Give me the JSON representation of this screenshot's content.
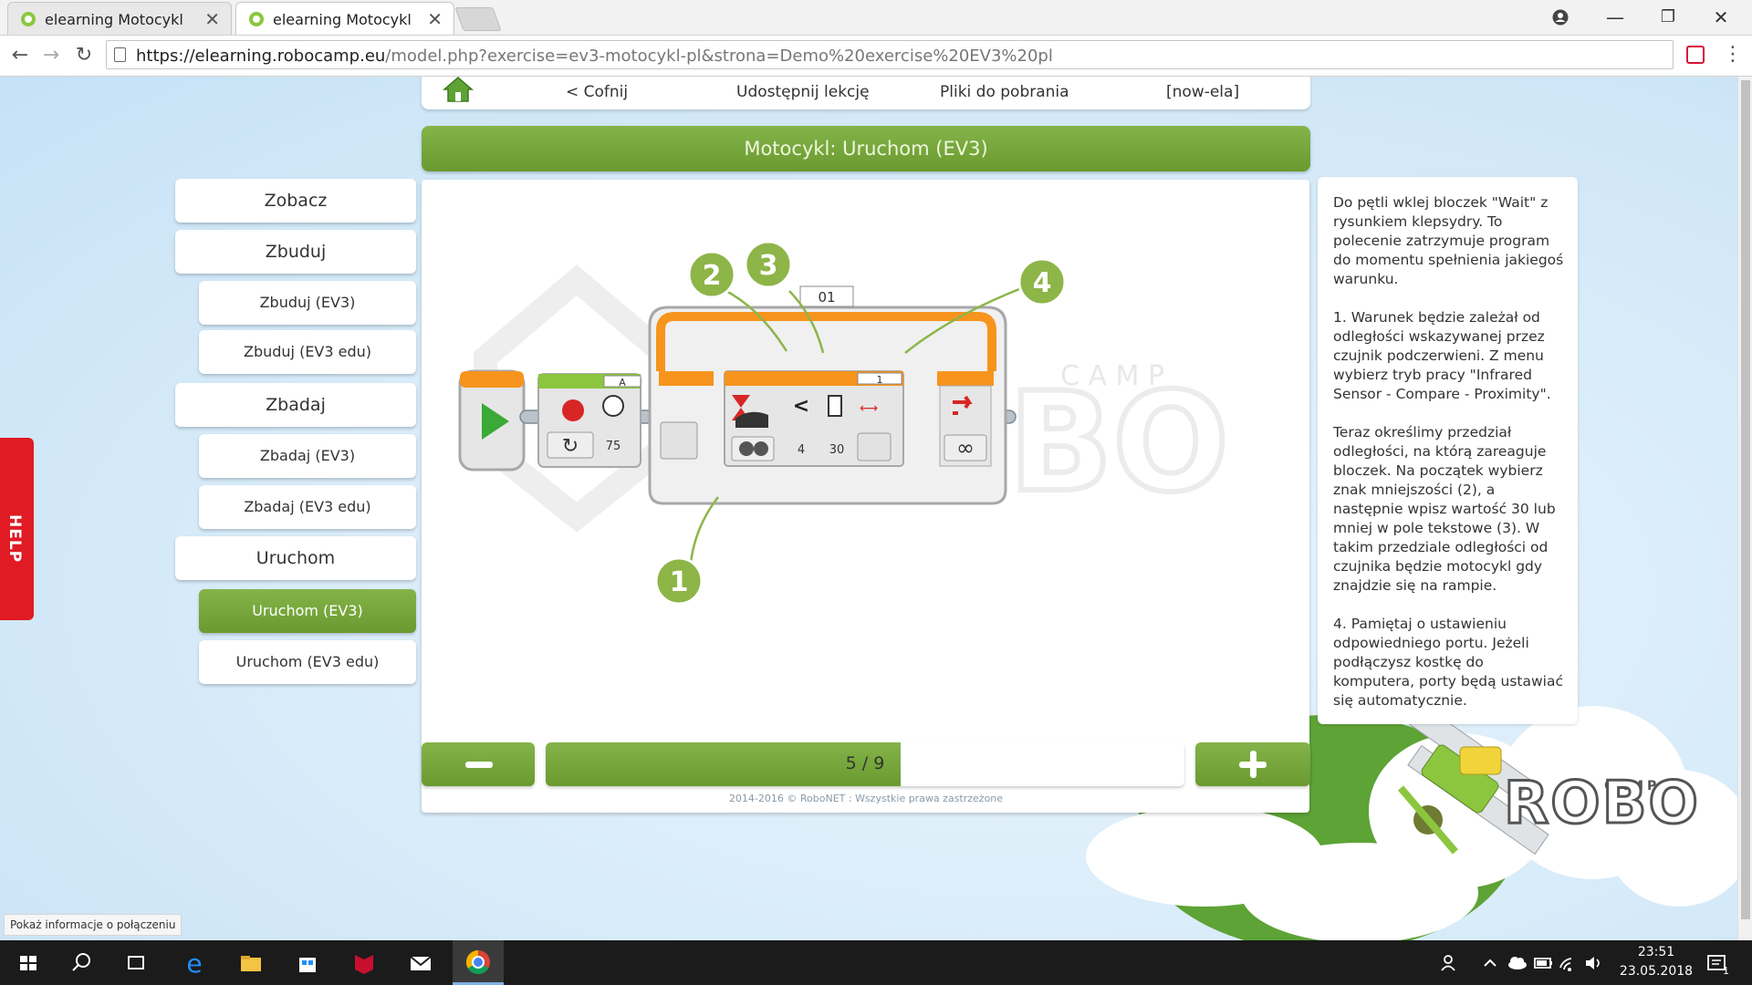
{
  "browser": {
    "tabs": [
      {
        "title": "elearning Motocykl",
        "active": false
      },
      {
        "title": "elearning Motocykl",
        "active": true
      }
    ],
    "url_host": "https://elearning.robocamp.eu",
    "url_path": "/model.php?exercise=ev3-motocykl-pl&strona=Demo%20exercise%20EV3%20pl",
    "close_glyph": "✕",
    "account_icon": "account-icon",
    "min_glyph": "—",
    "max_glyph": "❐",
    "winclose_glyph": "✕",
    "back_glyph": "←",
    "forward_glyph": "→",
    "reload_glyph": "↻",
    "menu_glyph": "⋮"
  },
  "topnav": {
    "back": "< Cofnij",
    "share": "Udostępnij lekcję",
    "downloads": "Pliki do pobrania",
    "user": "[now-ela]"
  },
  "header": {
    "title": "Motocykl: Uruchom (EV3)"
  },
  "sidebar": {
    "items": [
      {
        "label": "Zobacz",
        "level": "big",
        "active": false
      },
      {
        "label": "Zbuduj",
        "level": "big",
        "active": false
      },
      {
        "label": "Zbuduj (EV3)",
        "level": "small",
        "active": false
      },
      {
        "label": "Zbuduj (EV3 edu)",
        "level": "small",
        "active": false
      },
      {
        "label": "Zbadaj",
        "level": "big",
        "active": false
      },
      {
        "label": "Zbadaj (EV3)",
        "level": "small",
        "active": false
      },
      {
        "label": "Zbadaj (EV3 edu)",
        "level": "small",
        "active": false
      },
      {
        "label": "Uruchom",
        "level": "big",
        "active": false
      },
      {
        "label": "Uruchom (EV3)",
        "level": "small",
        "active": true
      },
      {
        "label": "Uruchom (EV3 edu)",
        "level": "small",
        "active": false
      }
    ]
  },
  "diagram": {
    "loop_label": "01",
    "motor_port": "A",
    "motor_power": "75",
    "wait_port": "1",
    "compare_op": "<",
    "compare_mode": "4",
    "threshold": "30",
    "loop_mode": "∞",
    "callouts": [
      "1",
      "2",
      "3",
      "4"
    ],
    "watermark": "ROBO",
    "watermark_small": "C A M P"
  },
  "info": {
    "text": "Do pętli wklej bloczek \"Wait\" z rysunkiem klepsydry. To polecenie zatrzymuje program do momentu spełnienia jakiegoś warunku.\n\n1. Warunek będzie zależał od odległości wskazywanej przez czujnik podczerwieni. Z menu wybierz tryb pracy \"Infrared Sensor - Compare - Proximity\".\n\nTeraz określimy przedział odległości, na którą zareaguje bloczek. Na początek wybierz znak mniejszości (2), a następnie wpisz wartość 30 lub mniej w pole tekstowe (3). W takim przedziale odległości od czujnika będzie motocykl gdy znajdzie się na rampie.\n\n4. Pamiętaj o ustawieniu odpowiedniego portu. Jeżeli podłączysz kostkę do komputera, porty będą ustawiać się automatycznie."
  },
  "pager": {
    "current": 5,
    "total": 9,
    "label": "5 / 9",
    "progress_fraction": 0.555
  },
  "footer": {
    "copyright": "2014-2016 © RoboNET : Wszystkie prawa zastrzeżone"
  },
  "help": {
    "label": "HELP"
  },
  "logo": {
    "text": "ROBO",
    "small": "CAMP"
  },
  "status": {
    "popup": "Pokaż informacje o połączeniu"
  },
  "taskbar": {
    "time": "23:51",
    "date": "23.05.2018",
    "notifications": "1"
  },
  "colors": {
    "green": "#7aaa3c",
    "orange": "#f7941d",
    "help_red": "#e01b24",
    "callout_green": "#8db548"
  }
}
